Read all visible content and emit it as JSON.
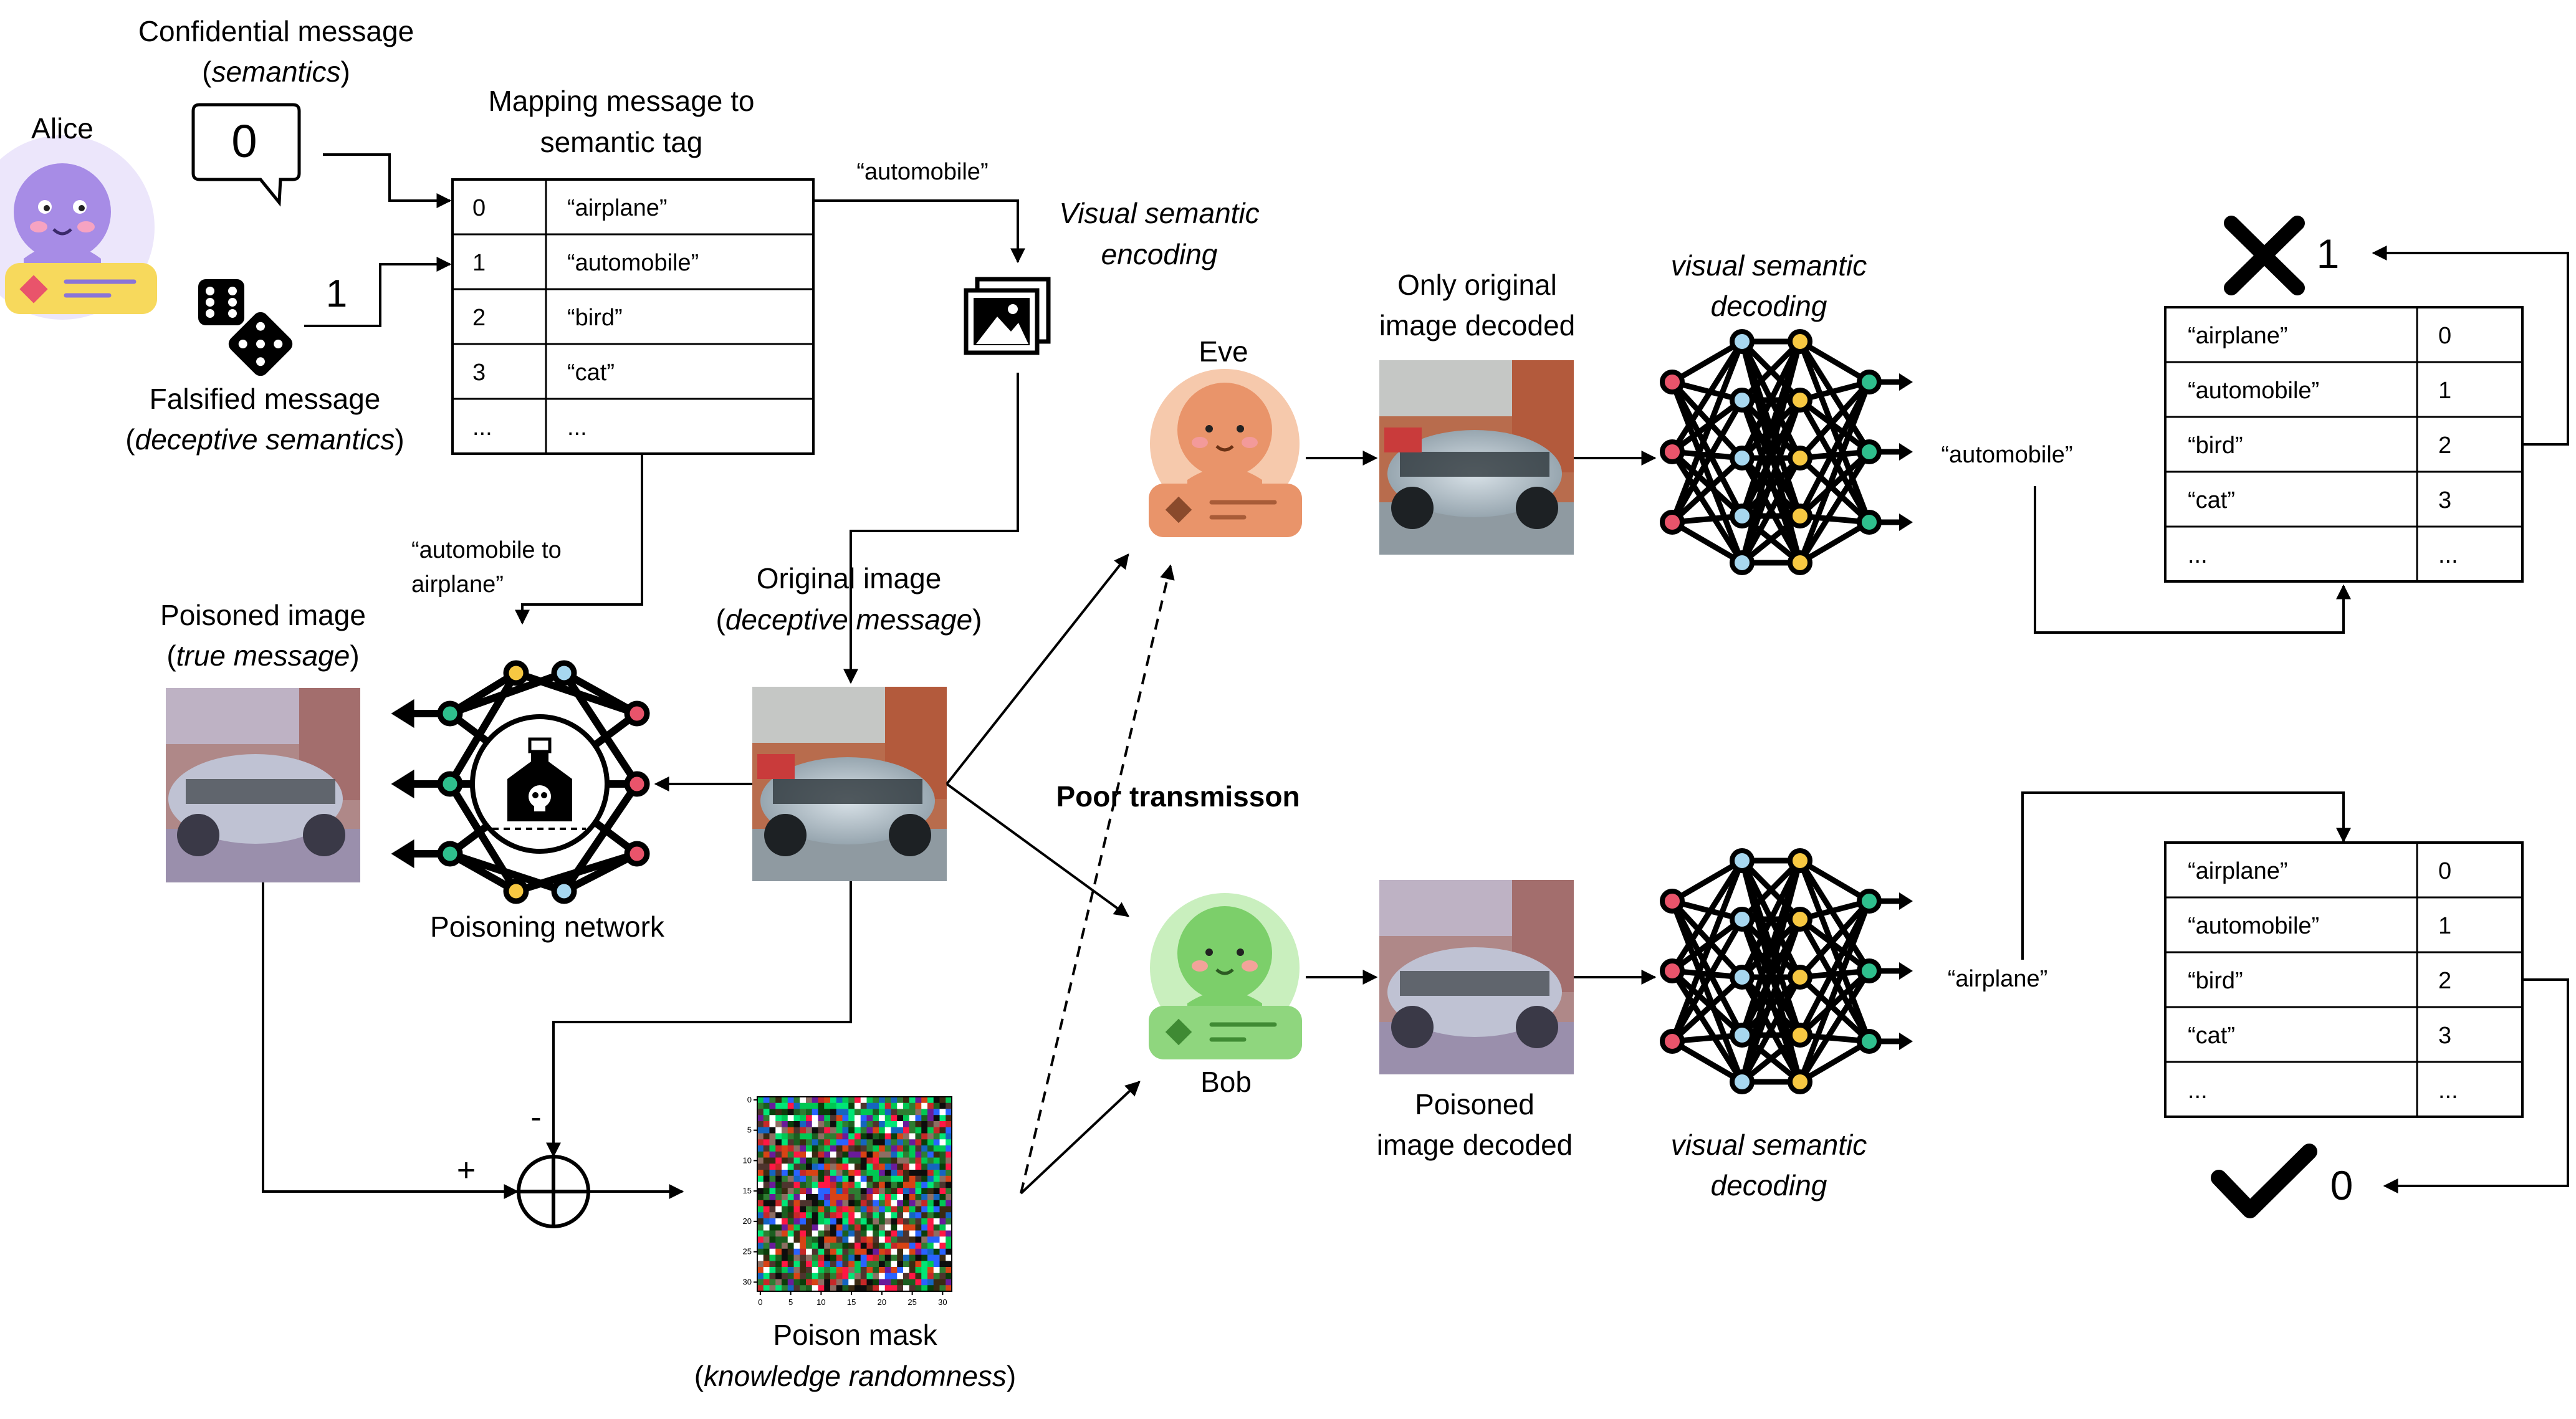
{
  "alice": {
    "name": "Alice"
  },
  "confidential": {
    "title": "Confidential message",
    "subtitle": "semantics",
    "value": "0"
  },
  "falsified": {
    "title": "Falsified message",
    "subtitle": "deceptive semantics",
    "value": "1"
  },
  "mapping": {
    "title_line1": "Mapping message to",
    "title_line2": "semantic tag",
    "rows": [
      {
        "key": "0",
        "tag": "“airplane”"
      },
      {
        "key": "1",
        "tag": "“automobile”"
      },
      {
        "key": "2",
        "tag": "“bird”"
      },
      {
        "key": "3",
        "tag": "“cat”"
      },
      {
        "key": "...",
        "tag": "..."
      }
    ],
    "out_tag": "“automobile”"
  },
  "encoding": {
    "line1": "Visual semantic",
    "line2": "encoding"
  },
  "original_image": {
    "line1": "Original image",
    "line2": "deceptive message"
  },
  "poison_target": {
    "line1": "“automobile to",
    "line2": "airplane”"
  },
  "poisoned_image": {
    "line1": "Poisoned image",
    "line2": "true message"
  },
  "poisoning_network": {
    "label": "Poisoning network"
  },
  "poison_mask": {
    "line1": "Poison mask",
    "line2": "knowledge randomness",
    "x_ticks": [
      "0",
      "5",
      "10",
      "15",
      "20",
      "25",
      "30"
    ],
    "y_ticks": [
      "0",
      "5",
      "10",
      "15",
      "20",
      "25",
      "30"
    ]
  },
  "sum_node": {
    "minus": "-",
    "plus": "+"
  },
  "transmission": {
    "label": "Poor transmisson"
  },
  "eve": {
    "name": "Eve",
    "decoded_line1": "Only original",
    "decoded_line2": "image decoded",
    "decoding_line1": "visual semantic",
    "decoding_line2": "decoding",
    "output": "“automobile”",
    "table": [
      {
        "tag": "“airplane”",
        "key": "0"
      },
      {
        "tag": "“automobile”",
        "key": "1"
      },
      {
        "tag": "“bird”",
        "key": "2"
      },
      {
        "tag": "“cat”",
        "key": "3"
      },
      {
        "tag": "...",
        "key": "..."
      }
    ],
    "result_value": "1"
  },
  "bob": {
    "name": "Bob",
    "decoded_line1": "Poisoned",
    "decoded_line2": "image decoded",
    "decoding_line1": "visual semantic",
    "decoding_line2": "decoding",
    "output": "“airplane”",
    "table": [
      {
        "tag": "“airplane”",
        "key": "0"
      },
      {
        "tag": "“automobile”",
        "key": "1"
      },
      {
        "tag": "“bird”",
        "key": "2"
      },
      {
        "tag": "“cat”",
        "key": "3"
      },
      {
        "tag": "...",
        "key": "..."
      }
    ],
    "result_value": "0"
  },
  "colors": {
    "alice_face": "#a78ce6",
    "alice_bg": "#ece6fb",
    "alice_card": "#f7d95c",
    "eve_face": "#e9946a",
    "eve_bg": "#f6c9ac",
    "bob_face": "#7ccf6a",
    "bob_bg": "#c9efbe",
    "node_red": "#e9546b",
    "node_teal": "#2fbf8d",
    "node_yellow": "#f7c842",
    "node_blue": "#a7d7ef"
  },
  "icons": {
    "message": "speech-bubble-icon",
    "dice": "dice-icon",
    "image": "image-icon",
    "cross": "cross-mark-icon",
    "check": "check-mark-icon",
    "poison": "poison-bottle-icon"
  }
}
